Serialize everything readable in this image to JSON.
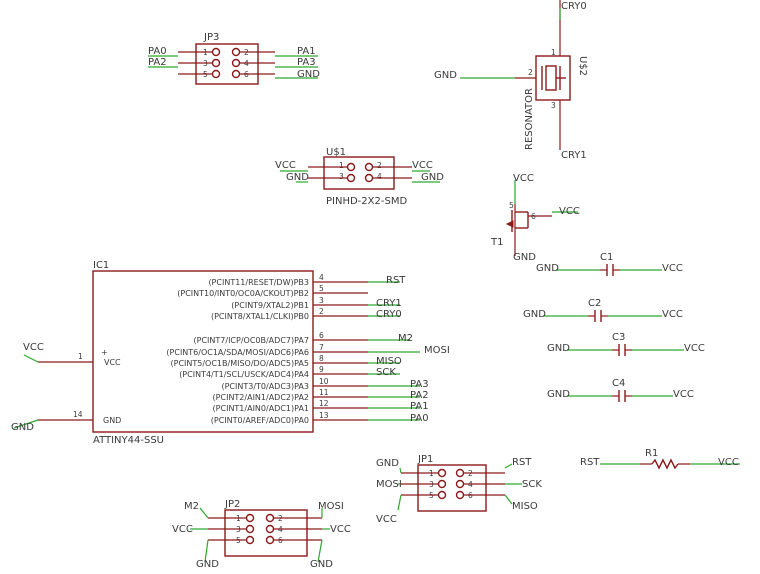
{
  "jp3": {
    "name": "JP3",
    "pins": [
      "1",
      "2",
      "3",
      "4",
      "5",
      "6"
    ],
    "left_nets": [
      "PA0",
      "PA2",
      ""
    ],
    "right_nets": [
      "PA1",
      "PA3",
      "GND"
    ]
  },
  "u2": {
    "name": "U$2",
    "value": "RESONATOR",
    "pins": [
      "1",
      "2",
      "3"
    ],
    "nets": [
      "CRY0",
      "GND",
      "CRY1"
    ]
  },
  "u1": {
    "name": "U$1",
    "value": "PINHD-2X2-SMD",
    "pins": [
      "1",
      "2",
      "3",
      "4"
    ],
    "left_nets": [
      "VCC",
      "GND"
    ],
    "right_nets": [
      "VCC",
      "GND"
    ]
  },
  "t1": {
    "name": "T1",
    "pins": [
      "5",
      "6"
    ],
    "nets": [
      "VCC",
      "VCC",
      "GND"
    ]
  },
  "ic1": {
    "name": "IC1",
    "value": "ATTINY44-SSU",
    "left_pins": [
      {
        "num": "1",
        "name": "VCC",
        "net": "VCC",
        "mark": "+"
      },
      {
        "num": "14",
        "name": "GND",
        "net": "GND"
      }
    ],
    "right_pins": [
      {
        "num": "4",
        "name": "(PCINT11/RESET/DW)PB3",
        "net": "RST"
      },
      {
        "num": "5",
        "name": "(PCINT10/INT0/OC0A/CKOUT)PB2",
        "net": ""
      },
      {
        "num": "3",
        "name": "(PCINT9/XTAL2)PB1",
        "net": "CRY1"
      },
      {
        "num": "2",
        "name": "(PCINT8/XTAL1/CLKI)PB0",
        "net": "CRY0"
      },
      {
        "num": "6",
        "name": "(PCINT7/ICP/OC0B/ADC7)PA7",
        "net": "M2"
      },
      {
        "num": "7",
        "name": "(PCINT6/OC1A/SDA/MOSI/ADC6)PA6",
        "net": "MOSI"
      },
      {
        "num": "8",
        "name": "(PCINT5/OC1B/MISO/DO/ADC5)PA5",
        "net": "MISO"
      },
      {
        "num": "9",
        "name": "(PCINT4/T1/SCL/USCK/ADC4)PA4",
        "net": "SCK"
      },
      {
        "num": "10",
        "name": "(PCINT3/T0/ADC3)PA3",
        "net": "PA3"
      },
      {
        "num": "11",
        "name": "(PCINT2/AIN1/ADC2)PA2",
        "net": "PA2"
      },
      {
        "num": "12",
        "name": "(PCINT1/AIN0/ADC1)PA1",
        "net": "PA1"
      },
      {
        "num": "13",
        "name": "(PCINT0/AREF/ADC0)PA0",
        "net": "PA0"
      }
    ]
  },
  "caps": [
    {
      "name": "C1",
      "left": "GND",
      "right": "VCC"
    },
    {
      "name": "C2",
      "left": "GND",
      "right": "VCC"
    },
    {
      "name": "C3",
      "left": "GND",
      "right": "VCC"
    },
    {
      "name": "C4",
      "left": "GND",
      "right": "VCC"
    }
  ],
  "jp1": {
    "name": "JP1",
    "pins": [
      "1",
      "2",
      "3",
      "4",
      "5",
      "6"
    ],
    "left_nets": [
      "GND",
      "MOSI",
      "VCC"
    ],
    "right_nets": [
      "RST",
      "SCK",
      "MISO"
    ]
  },
  "r1": {
    "name": "R1",
    "left": "RST",
    "right": "VCC"
  },
  "jp2": {
    "name": "JP2",
    "pins": [
      "1",
      "2",
      "3",
      "4",
      "5",
      "6"
    ],
    "top_nets": [
      "M2",
      "MOSI"
    ],
    "left_nets": [
      "VCC"
    ],
    "right_nets": [
      "VCC"
    ],
    "bottom_nets": [
      "GND",
      "GND"
    ]
  }
}
